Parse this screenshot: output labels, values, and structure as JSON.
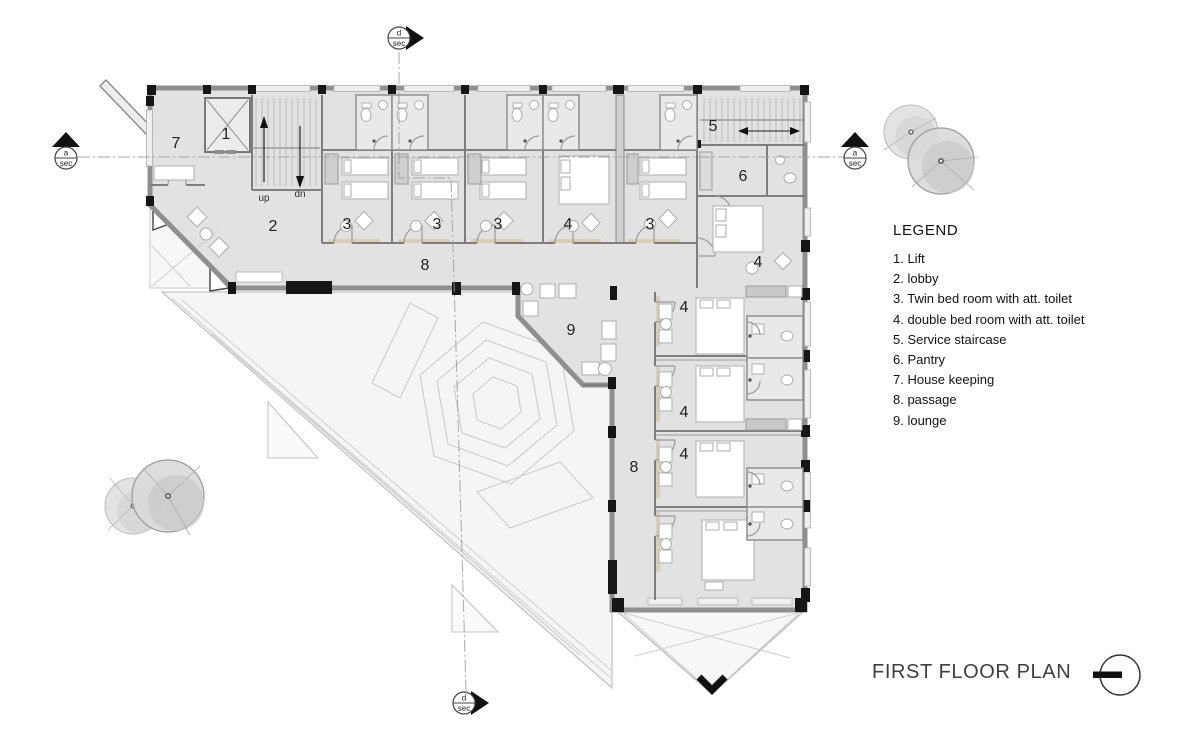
{
  "plan": {
    "title": "FIRST FLOOR PLAN",
    "legend": {
      "heading": "LEGEND",
      "items": [
        "1. Lift",
        "2. lobby",
        "3. Twin bed room with att. toilet",
        "4. double bed room with att. toilet",
        "5. Service staircase",
        "6. Pantry",
        "7. House keeping",
        "8. passage",
        "9. lounge"
      ]
    },
    "room_labels": [
      {
        "room": "house-keeping",
        "text": "7"
      },
      {
        "room": "lift",
        "text": "1"
      },
      {
        "room": "lobby",
        "text": "2"
      },
      {
        "room": "twin-bed-1",
        "text": "3"
      },
      {
        "room": "twin-bed-2",
        "text": "3"
      },
      {
        "room": "twin-bed-3",
        "text": "3"
      },
      {
        "room": "double-bed-1",
        "text": "4"
      },
      {
        "room": "twin-bed-4",
        "text": "3"
      },
      {
        "room": "service-staircase",
        "text": "5"
      },
      {
        "room": "pantry",
        "text": "6"
      },
      {
        "room": "double-bed-2",
        "text": "4"
      },
      {
        "room": "passage-top",
        "text": "8"
      },
      {
        "room": "lounge",
        "text": "9"
      },
      {
        "room": "double-bed-3",
        "text": "4"
      },
      {
        "room": "double-bed-4",
        "text": "4"
      },
      {
        "room": "double-bed-5",
        "text": "4"
      },
      {
        "room": "passage-right",
        "text": "8"
      }
    ],
    "stair_annotations": {
      "up": "up",
      "down": "dn"
    },
    "section_markers": [
      {
        "line1": "a",
        "line2": "sec"
      },
      {
        "line1": "a",
        "line2": "sec"
      },
      {
        "line1": "d",
        "line2": "sec"
      },
      {
        "line1": "d",
        "line2": "sec"
      }
    ],
    "colors": {
      "floor": "#e2e2e2",
      "wall": "#8f8f8f",
      "column": "#161616",
      "terrace": "#f5f5f5",
      "pattern_line": "#cbcbcb",
      "accent_tan": "#d8c7a8",
      "text": "#1a1a1a"
    }
  }
}
